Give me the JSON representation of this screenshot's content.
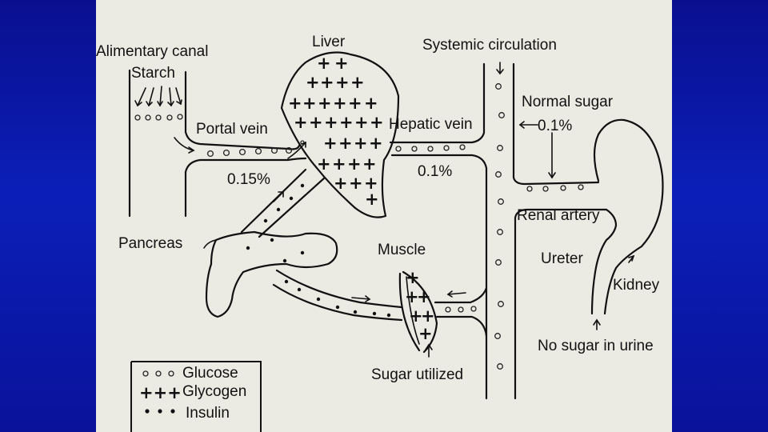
{
  "labels": {
    "alimentary_canal": "Alimentary canal",
    "starch": "Starch",
    "liver": "Liver",
    "systemic_circulation": "Systemic circulation",
    "normal_sugar": "Normal sugar",
    "normal_sugar_value": "0.1%",
    "portal_vein": "Portal vein",
    "hepatic_vein": "Hepatic vein",
    "portal_value": "0.15%",
    "hepatic_value": "0.1%",
    "renal_artery": "Renal artery",
    "pancreas": "Pancreas",
    "muscle": "Muscle",
    "ureter": "Ureter",
    "kidney": "Kidney",
    "no_sugar_in_urine": "No sugar in urine",
    "sugar_utilized": "Sugar utilized"
  },
  "legend": [
    {
      "symbol": "glucose-circles",
      "label": "Glucose"
    },
    {
      "symbol": "glycogen-plus",
      "label": "Glycogen"
    },
    {
      "symbol": "insulin-dots",
      "label": "Insulin"
    }
  ],
  "symbols": {
    "glycogen": "+",
    "glycogen_legend": "+++"
  },
  "colors": {
    "background_blue": "#0b1fb8",
    "paper": "#ecebe3",
    "ink": "#111111"
  }
}
